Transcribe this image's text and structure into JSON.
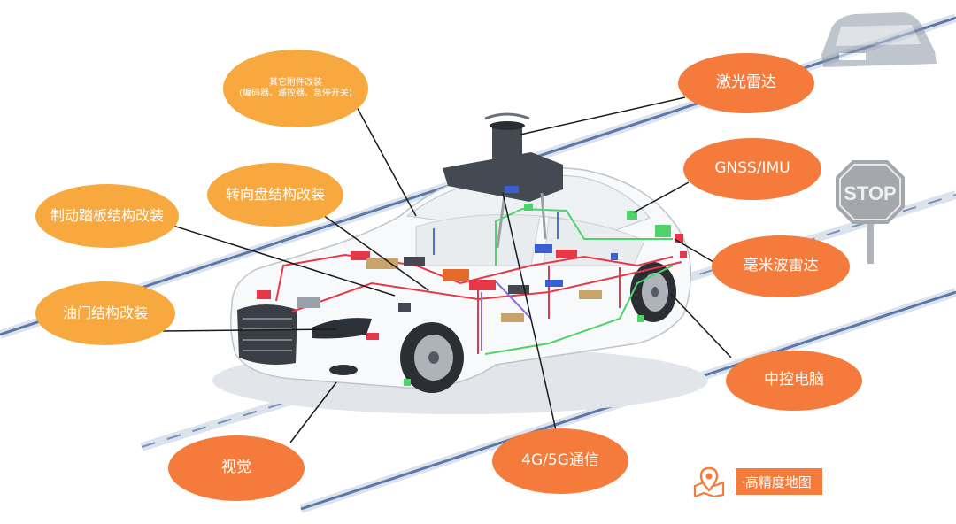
{
  "callouts": {
    "other_attachments": {
      "line1": "其它附件改装",
      "line2": "(编码器、遥控器、急停开关)"
    },
    "steering_wheel": "转向盘结构改装",
    "brake_pedal": "制动踏板结构改装",
    "throttle": "油门结构改装",
    "vision": "视觉",
    "communication": "4G/5G通信",
    "lidar": "激光雷达",
    "gnss_imu": "GNSS/IMU",
    "mmwave_radar": "毫米波雷达",
    "central_computer": "中控电脑"
  },
  "legend": {
    "label": "·高精度地图",
    "icon": "map-pin-icon"
  },
  "scene_text": {
    "stop_sign": "STOP"
  },
  "colors": {
    "callout_orange": "#f7a940",
    "callout_red": "#f47b3b",
    "wire_red": "#e53949",
    "wire_green": "#4fd26a",
    "wire_purple": "#8a6fd8"
  }
}
